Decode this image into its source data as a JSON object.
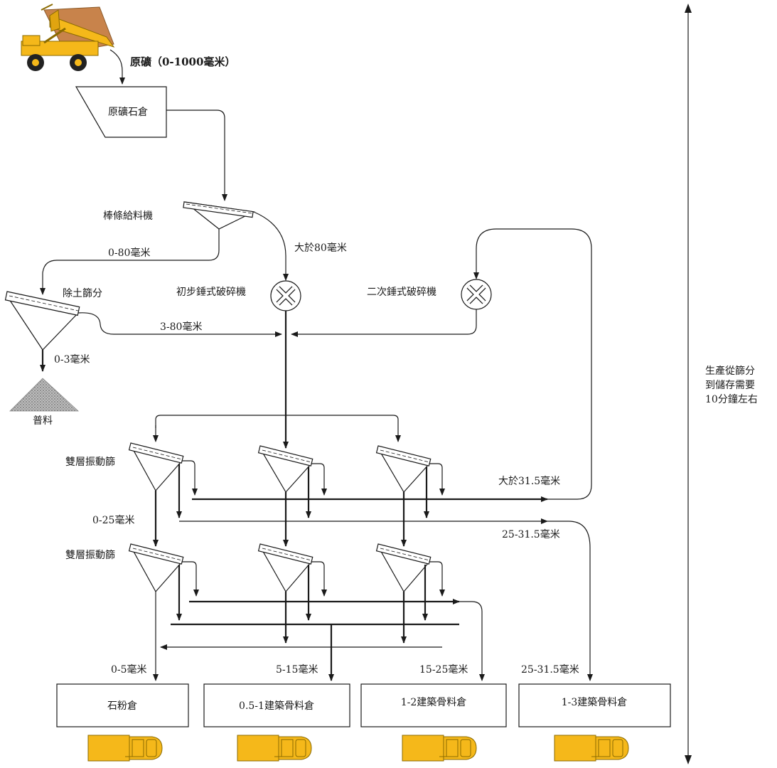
{
  "labels": {
    "raw_ore": "原礦（0-1000毫米）",
    "raw_bin": "原礦石倉",
    "grizzly_feeder": "棒條給料機",
    "fines_0_80": "0-80毫米",
    "oversize_80": "大於80毫米",
    "scalping_screen": "除土篩分",
    "primary_crusher": "初步錘式破碎機",
    "secondary_crusher": "二次錘式破碎機",
    "size_3_80": "3-80毫米",
    "size_0_3": "0-3毫米",
    "waste_pile": "普料",
    "double_deck_screen_1": "雙層振動篩",
    "double_deck_screen_2": "雙層振動篩",
    "oversize_31_5": "大於31.5毫米",
    "size_0_25": "0-25毫米",
    "size_25_31_5": "25-31.5毫米",
    "out_0_5": "0-5毫米",
    "out_5_15": "5-15毫米",
    "out_15_25": "15-25毫米",
    "out_25_31_5": "25-31.5毫米",
    "time_note_1": "生產從篩分",
    "time_note_2": "到儲存需要",
    "time_note_3": "10分鐘左右"
  },
  "bins": [
    {
      "label": "石粉倉"
    },
    {
      "label": "0.5-1建築骨料倉"
    },
    {
      "label": "1-2建築骨料倉"
    },
    {
      "label": "1-3建築骨料倉"
    }
  ],
  "colors": {
    "truck_yellow": "#F5B81A",
    "truck_outline": "#8a6a00",
    "ore_brown": "#C8834B",
    "pile_gray": "#9a9a9a"
  },
  "icons": {
    "haul_truck": "dump-truck-icon",
    "delivery_truck": "truck-icon",
    "crusher": "crusher-icon"
  }
}
